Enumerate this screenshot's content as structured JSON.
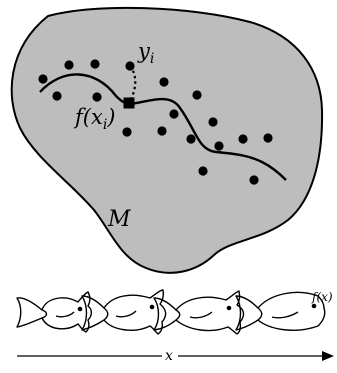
{
  "diagram": {
    "labels": {
      "y_i": {
        "base": "y",
        "sub": "i"
      },
      "f_x_i": {
        "prefix": "f(",
        "var": "x",
        "sub": "i",
        "suffix": ")"
      },
      "manifold": "M",
      "f_x": "f(x)",
      "x_axis": "x"
    },
    "colors": {
      "manifold_fill": "#bdbdbd",
      "stroke": "#000000",
      "background": "#ffffff"
    }
  }
}
